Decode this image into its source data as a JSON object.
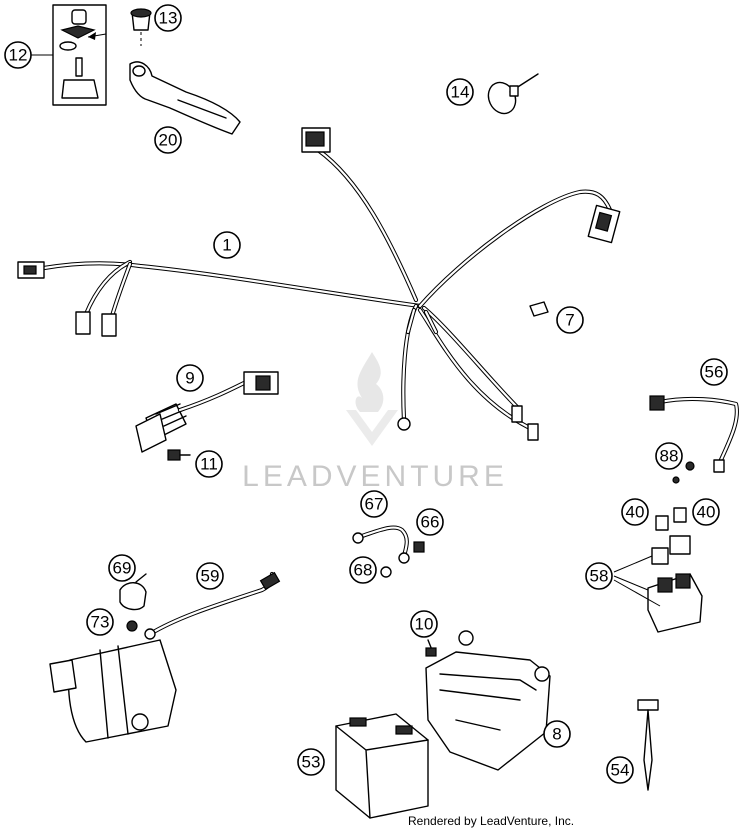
{
  "watermark": {
    "text": "LEADVENTURE"
  },
  "footer": {
    "credit": "Rendered by LeadVenture, Inc."
  },
  "callouts": {
    "c1": "1",
    "c7": "7",
    "c8": "8",
    "c9": "9",
    "c10": "10",
    "c11": "11",
    "c12": "12",
    "c13": "13",
    "c14": "14",
    "c20": "20",
    "c40a": "40",
    "c40b": "40",
    "c53": "53",
    "c54": "54",
    "c56": "56",
    "c58": "58",
    "c59": "59",
    "c66": "66",
    "c67": "67",
    "c68": "68",
    "c69": "69",
    "c73": "73",
    "c88": "88"
  }
}
